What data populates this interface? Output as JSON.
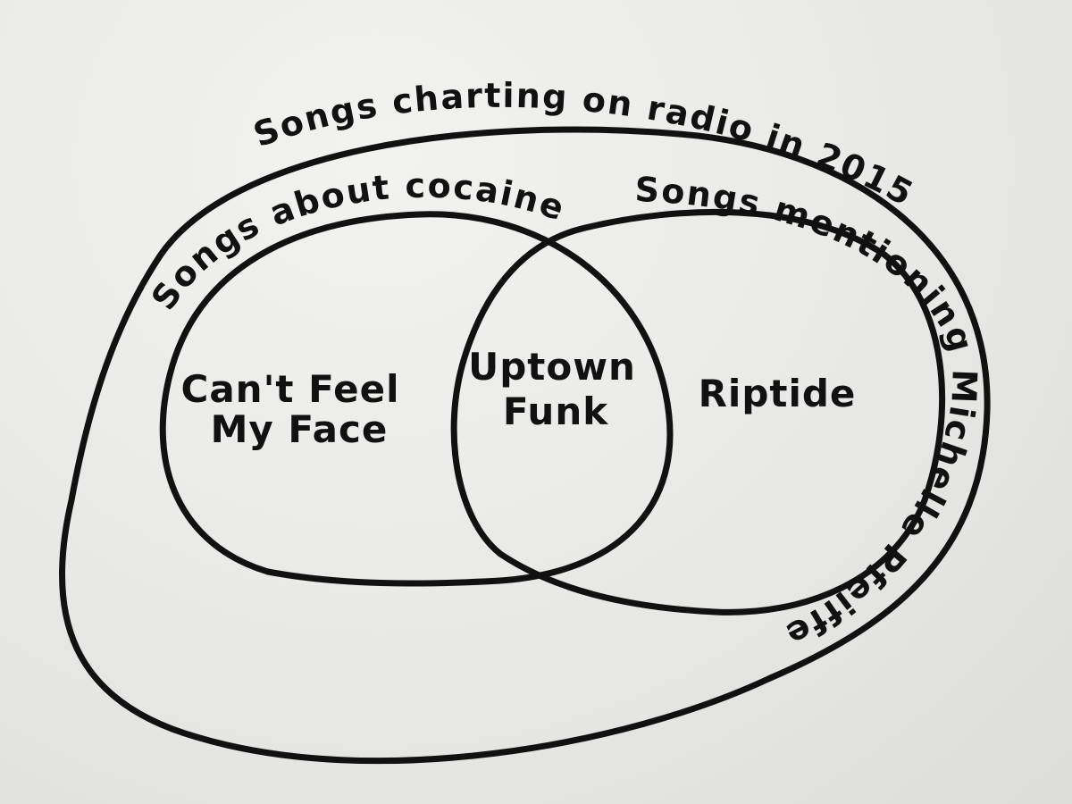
{
  "diagram": {
    "outer_set": {
      "label": "Songs charting on radio in 2015"
    },
    "left_set": {
      "label": "Songs about cocaine"
    },
    "right_set": {
      "label": "Songs mentioning Michelle Pfeiffer"
    },
    "regions": {
      "left_only": [
        "Can't Feel",
        "My Face"
      ],
      "intersection": [
        "Uptown",
        "Funk"
      ],
      "right_only": [
        "Riptide"
      ]
    },
    "colors": {
      "ink": "#111111",
      "paper": "#ececea"
    }
  }
}
